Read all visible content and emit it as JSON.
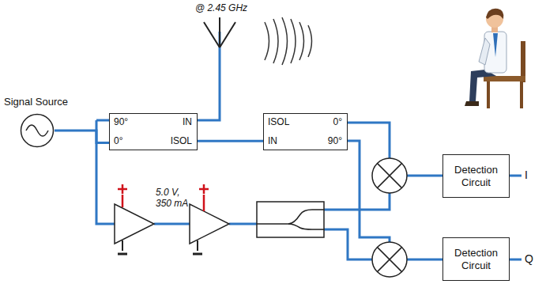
{
  "diagram": {
    "nodes": [
      {
        "text": [
          "Signal Source"
        ]
      },
      {
        "text": [
          "90°",
          "IN",
          "0°",
          "ISOL"
        ]
      },
      {
        "text": [
          "ISOL",
          "0°",
          "IN",
          "90°"
        ]
      },
      {
        "text": [
          "Detection Circuit"
        ]
      },
      {
        "text": [
          "Detection Circuit"
        ]
      }
    ],
    "edges": [
      {
        "from": 0,
        "to": 1,
        "arrow": "none"
      },
      {
        "from": 1,
        "to": 2,
        "arrow": "none"
      }
    ],
    "labels": [
      "@ 2.45 GHz",
      "5.0 V, 350 mA",
      "I",
      "Q"
    ]
  }
}
